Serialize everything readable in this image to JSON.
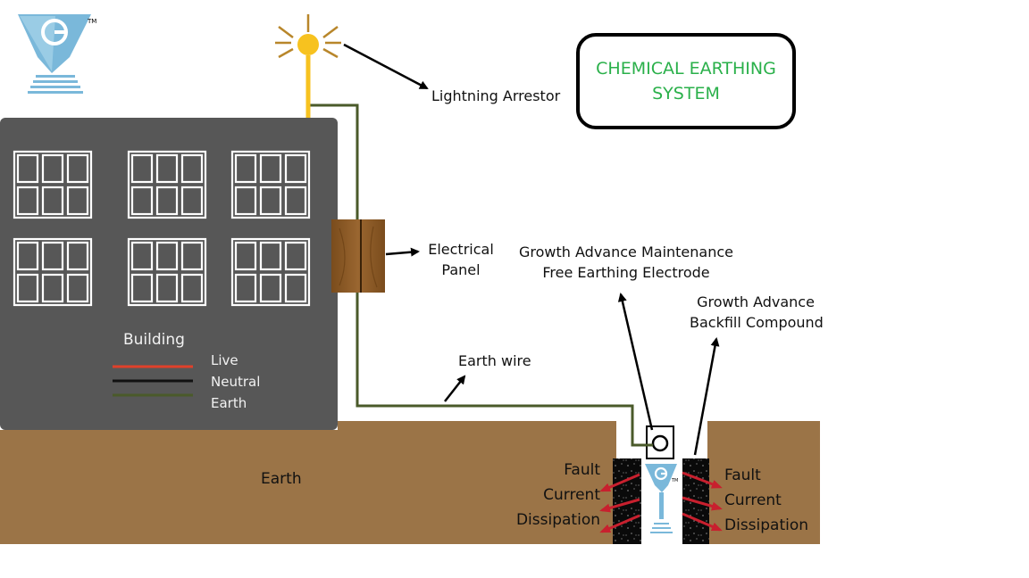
{
  "title": {
    "line1": "CHEMICAL EARTHING",
    "line2": "SYSTEM"
  },
  "labels": {
    "lightning_arrestor": "Lightning Arrestor",
    "electrical_panel_line1": "Electrical",
    "electrical_panel_line2": "Panel",
    "electrode_line1": "Growth Advance  Maintenance",
    "electrode_line2": "Free Earthing Electrode",
    "backfill_line1": "Growth Advance",
    "backfill_line2": "Backfill Compound",
    "earth_wire": "Earth wire",
    "earth": "Earth",
    "fault_left": [
      "Fault",
      "Current",
      "Dissipation"
    ],
    "fault_right": [
      "Fault",
      "Current",
      "Dissipation"
    ]
  },
  "building": {
    "title": "Building",
    "legend": [
      {
        "label": "Live",
        "color": "#e0402a"
      },
      {
        "label": "Neutral",
        "color": "#111111"
      },
      {
        "label": "Earth",
        "color": "#4a5a2a"
      }
    ]
  },
  "logo": {
    "trademark": "TM"
  },
  "colors": {
    "building": "#575757",
    "soil": "#9b7447",
    "earth_wire": "#4a5a2a",
    "sun": "#f7c21f",
    "ray": "#b8862a",
    "panel": "#8b5a22",
    "arrow_red": "#c8202e",
    "title_green": "#2ab04a",
    "logo_blue": "#7ab8da"
  },
  "icons": [
    "sun-icon",
    "brand-logo-icon",
    "window-icon",
    "arrow-icon"
  ]
}
